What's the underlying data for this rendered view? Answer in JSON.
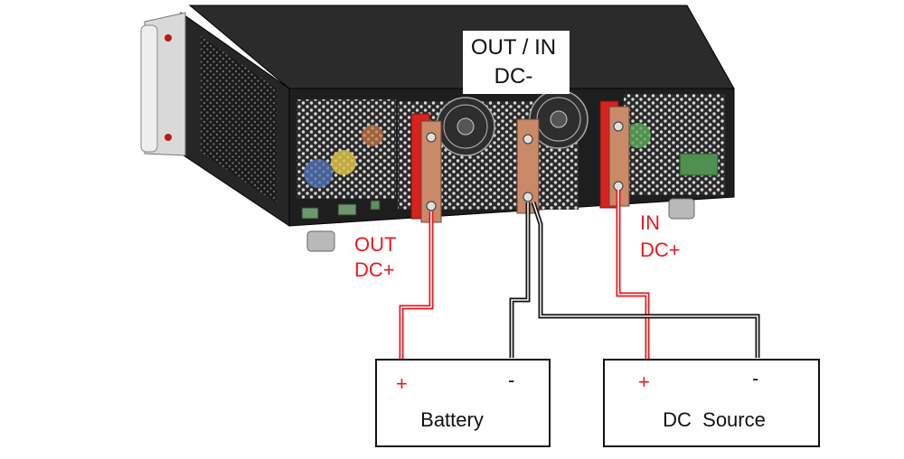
{
  "labels": {
    "out_in_dc_minus_line1": "OUT / IN",
    "out_in_dc_minus_line2": "DC-",
    "out_dc_plus_line1": "OUT",
    "out_dc_plus_line2": "DC+",
    "in_dc_plus_line1": "IN",
    "in_dc_plus_line2": "DC+"
  },
  "battery": {
    "name": "Battery",
    "plus": "+",
    "minus": "-"
  },
  "dc_source": {
    "name": "DC  Source",
    "plus": "+",
    "minus": "-"
  },
  "colors": {
    "positive_wire": "#e8191e",
    "negative_wire": "#111111",
    "positive_text": "#e8191e",
    "chassis": "#1c1c1c",
    "copper": "#c98a6a",
    "busbar_red": "#d6231f"
  }
}
